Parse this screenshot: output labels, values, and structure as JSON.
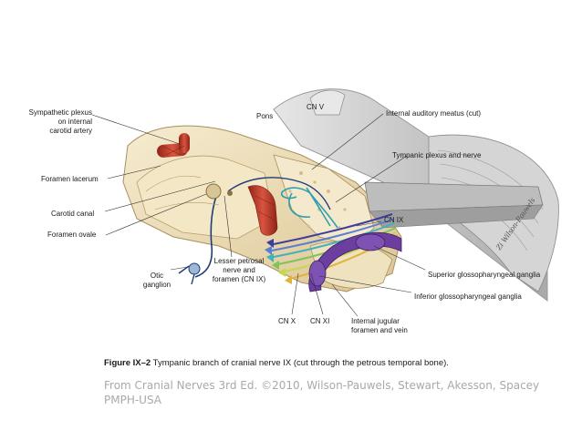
{
  "labels": {
    "sympathetic_plexus": "Sympathetic plexus\non internal\ncarotid artery",
    "foramen_lacerum": "Foramen lacerum",
    "carotid_canal": "Carotid canal",
    "foramen_ovale": "Foramen ovale",
    "otic_ganglion": "Otic\nganglion",
    "lesser_petrosal": "Lesser petrosal\nnerve and\nforamen (CN IX)",
    "pons": "Pons",
    "cn_v": "CN V",
    "internal_auditory_meatus": "Internal auditory meatus (cut)",
    "tympanic_plexus": "Tympanic plexus and nerve",
    "cn_ix": "CN IX",
    "superior_ganglia": "Superior glossopharyngeal ganglia",
    "inferior_ganglia": "Inferior glossopharyngeal ganglia",
    "cn_x": "CN X",
    "cn_xi": "CN XI",
    "internal_jugular": "Internal jugular\nforamen and vein"
  },
  "caption": {
    "prefix": "Figure IX–2",
    "text": " Tympanic branch of cranial nerve IX (cut through the petrous temporal bone)."
  },
  "credit": "From Cranial Nerves 3rd Ed. ©2010, Wilson-Pauwels, Stewart, Akesson, Spacey PMPH-USA",
  "colors": {
    "bone": "#efe2bf",
    "artery": "#c2402e",
    "nerve_ix": "#6b3ea0",
    "brainstem": "#c9c9c9"
  }
}
